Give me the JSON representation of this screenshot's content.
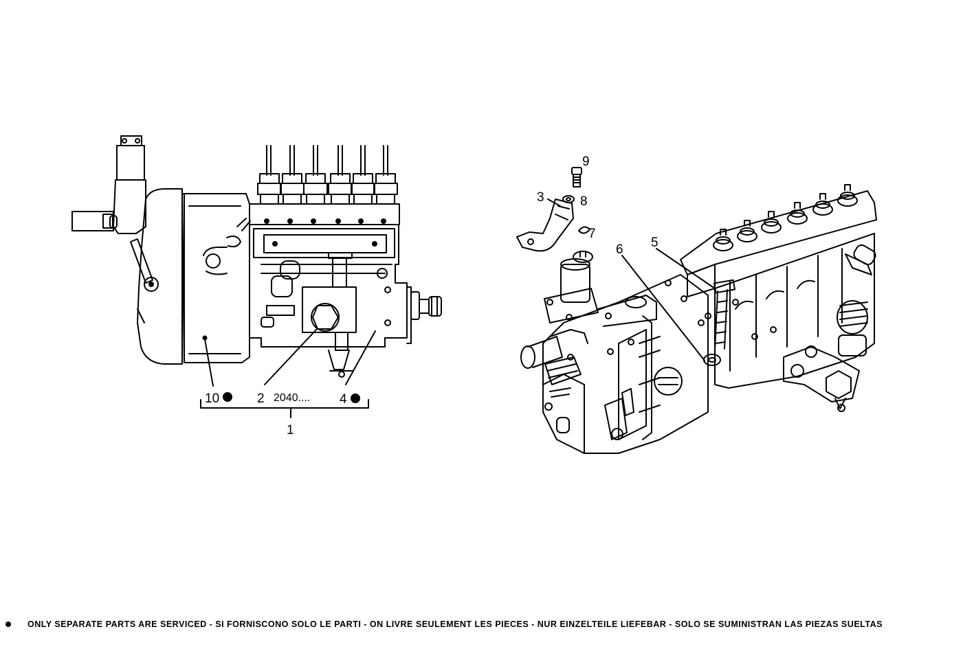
{
  "callouts": {
    "c1": "1",
    "c2": "2",
    "c2_ref": "2040....",
    "c3": "3",
    "c4": "4",
    "c5": "5",
    "c6": "6",
    "c7": "7",
    "c8": "8",
    "c9": "9",
    "c10": "10"
  },
  "footer_note": "ONLY SEPARATE PARTS ARE SERVICED - SI FORNISCONO SOLO LE PARTI - ON LIVRE SEULEMENT LES PIECES - NUR EINZELTEILE LIEFEBAR - SOLO SE SUMINISTRAN LAS PIEZAS SUELTAS",
  "icons": {
    "separate_part_marker": "filled-circle-icon",
    "footer_bullet": "bullet-icon"
  }
}
